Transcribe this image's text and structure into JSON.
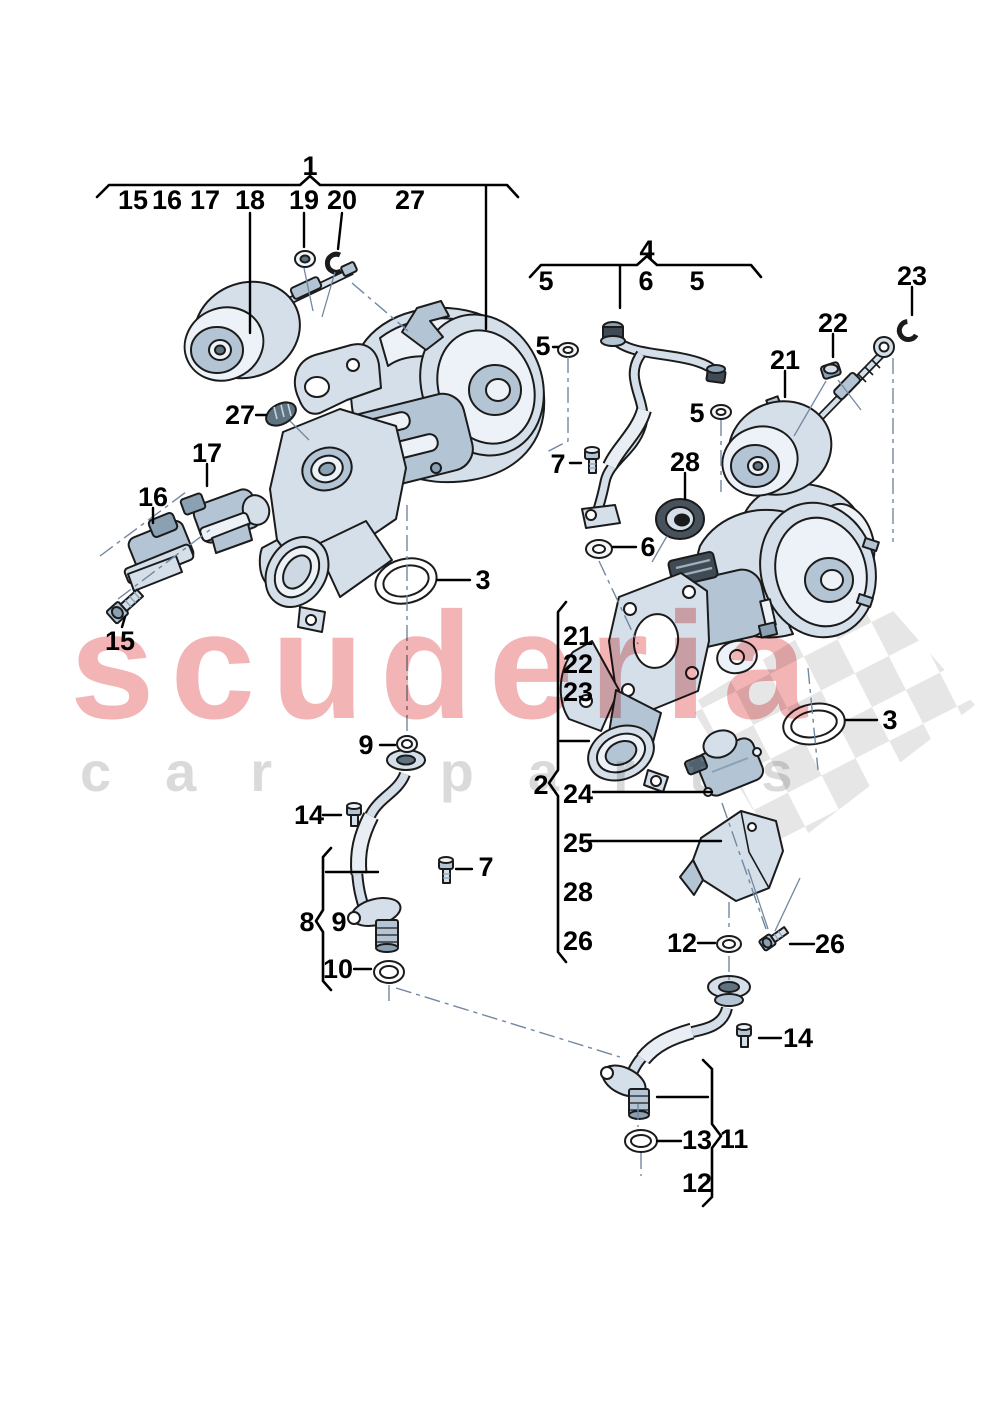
{
  "watermark": {
    "brand": "scuderia",
    "sub": "car parts",
    "brand_color": "#f2b4b4",
    "sub_color": "#dadada"
  },
  "colors": {
    "part_fill": "#d4dfe9",
    "part_light": "#ecf2f7",
    "part_mid": "#b3c5d4",
    "part_dark": "#8aa0b3",
    "rubber": "#47525c",
    "outline": "#1b1b1b",
    "construction_line": "#7288a0",
    "checker": "#e6e6e6"
  },
  "callouts": {
    "g1": "1",
    "g1_15": "15",
    "g1_16": "16",
    "g1_17": "17",
    "g1_18": "18",
    "g1_19": "19",
    "g1_20": "20",
    "g1_27": "27",
    "g4": "4",
    "g4_5l": "5",
    "g4_6": "6",
    "g4_5r": "5",
    "p5_washer_top": "5",
    "p5_washer_mid": "5",
    "p7_coolant": "7",
    "p28_grommet": "28",
    "p6_washer": "6",
    "p21": "21",
    "p22": "22",
    "p23": "23",
    "p3_left": "3",
    "p3_right": "3",
    "p27_seal": "27",
    "p17_valve": "17",
    "p16_valve": "16",
    "p15_bolt": "15",
    "g2": "2",
    "g2_21": "21",
    "g2_22": "22",
    "g2_23": "23",
    "g2_24": "24",
    "g2_25": "25",
    "g2_28": "28",
    "g2_26": "26",
    "p9_washer": "9",
    "p14_left": "14",
    "p7_oil": "7",
    "g8": "8",
    "g9": "9",
    "p10_oring": "10",
    "p12_washer": "12",
    "p26_bolt": "26",
    "p14_right": "14",
    "p13_oring": "13",
    "g11": "11",
    "g12": "12"
  }
}
